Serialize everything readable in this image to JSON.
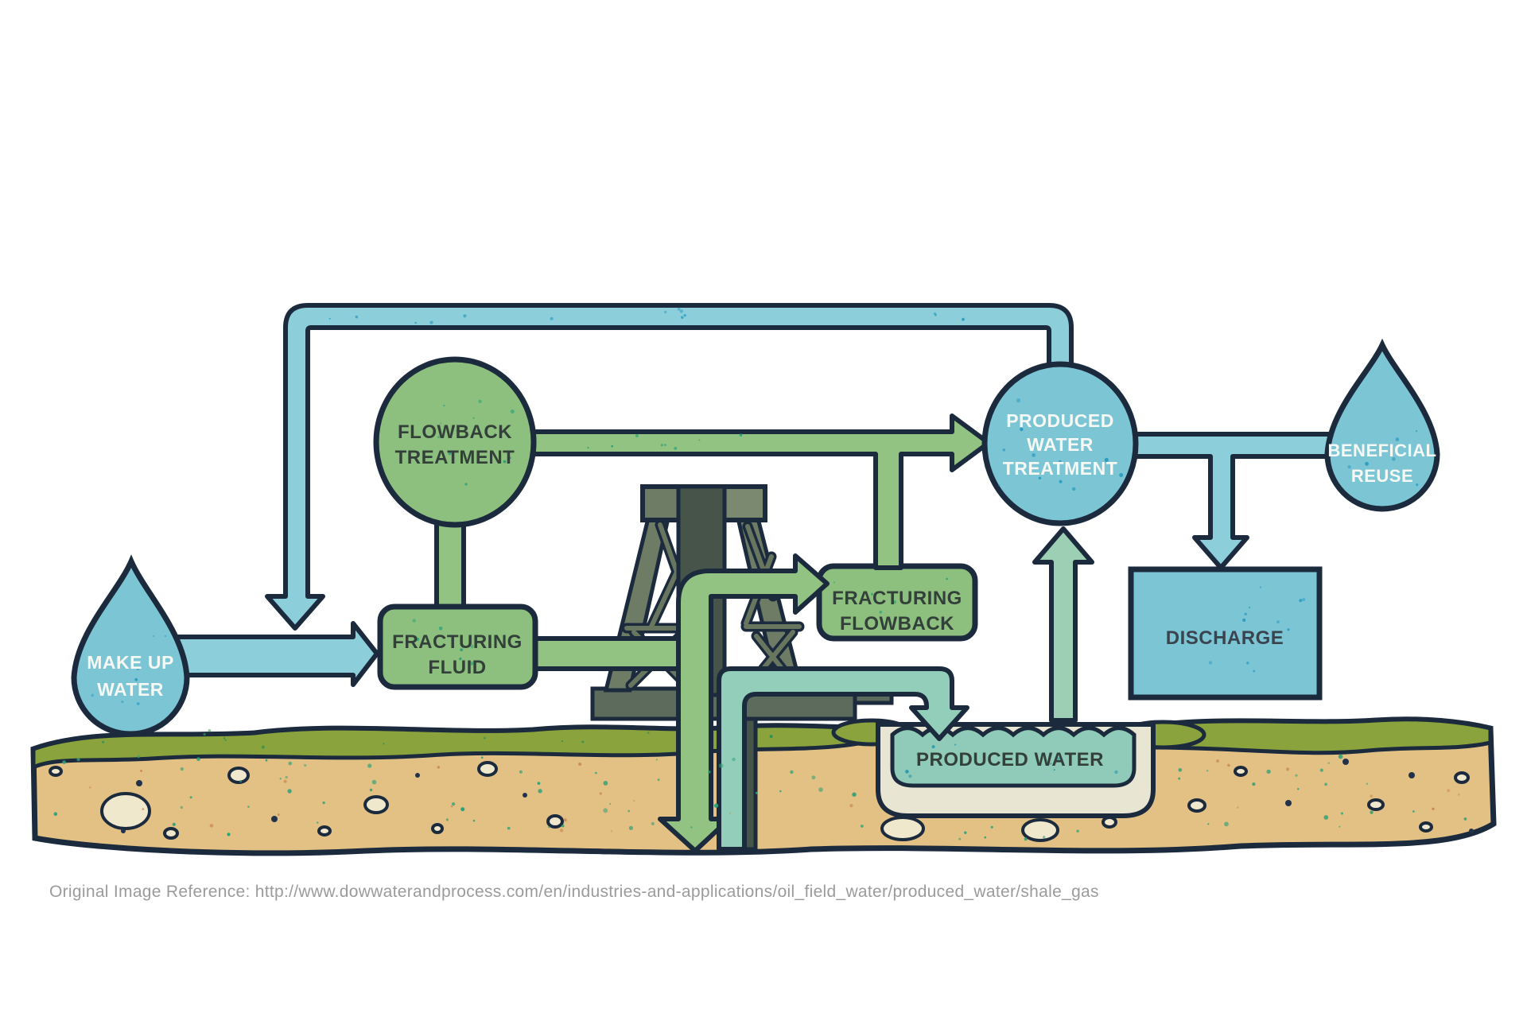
{
  "caption": "Original Image Reference: http://www.dowwaterandprocess.com/en/industries-and-applications/oil_field_water/produced_water/shale_gas",
  "nodes": {
    "make_up_water": {
      "line1": "MAKE UP",
      "line2": "WATER"
    },
    "flowback_treatment": {
      "line1": "FLOWBACK",
      "line2": "TREATMENT"
    },
    "fracturing_fluid": {
      "line1": "FRACTURING",
      "line2": "FLUID"
    },
    "fracturing_flowback": {
      "line1": "FRACTURING",
      "line2": "FLOWBACK"
    },
    "produced_water_treatment": {
      "line1": "PRODUCED",
      "line2": "WATER",
      "line3": "TREATMENT"
    },
    "beneficial_reuse": {
      "line1": "BENEFICIAL",
      "line2": "REUSE"
    },
    "discharge": {
      "label": "DISCHARGE"
    },
    "produced_water_pond": {
      "label": "PRODUCED WATER"
    }
  },
  "colors": {
    "outline": "#1c2a3d",
    "blue": "#7cc5d5",
    "blue_pipe": "#8ccfdb",
    "green": "#8dbf7e",
    "green_pipe": "#92c383",
    "teal": "#92ceba",
    "teal_arrow": "#9ccfb4",
    "pond_water": "#8fcbb8",
    "lining": "#e9e5d3",
    "soil": "#e3c184",
    "grass": "#8aa33c",
    "rock": "#efe8cd",
    "derrick": "#6e7c66",
    "derrick_light": "#7b8971",
    "derrick_dark": "#46544a",
    "derrick_base": "#5c6b5c",
    "text_light": "#f5f8f3",
    "text_dark": "#33403a",
    "text_blue_dark": "#3a444e",
    "caption_gray": "#9b9b9b"
  }
}
